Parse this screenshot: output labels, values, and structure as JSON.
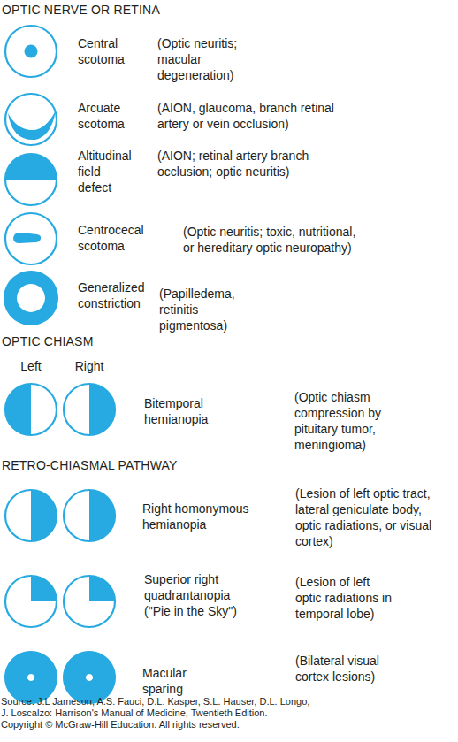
{
  "diagram": {
    "labels": [
      "OPTIC NERVE OR RETINA",
      "Central scotoma",
      "(Optic neuritis; macular degeneration)",
      "Arcuate scotoma",
      "(AION, glaucoma, branch retinal artery or vein occlusion)",
      "Altitudinal field defect",
      "(AION; retinal artery branch occlusion; optic neuritis)",
      "Centrocecal scotoma",
      "(Optic neuritis; toxic, nutritional, or hereditary optic neuropathy)",
      "Generalized constriction",
      "(Papilledema, retinitis pigmentosa)",
      "OPTIC CHIASM",
      "Left",
      "Right",
      "Bitemporal hemianopia",
      "(Optic chiasm compression by pituitary tumor, meningioma)",
      "RETRO-CHIASMAL PATHWAY",
      "Right homonymous hemianopia",
      "(Lesion of left optic tract, lateral geniculate body, optic radiations, or visual cortex)",
      "Superior right quadrantanopia (\"Pie in the Sky\")",
      "(Lesion of left optic radiations in temporal lobe)",
      "Macular sparing",
      "(Bilateral visual cortex lesions)",
      "Source: J.L Jameson, A.S. Fauci, D.L. Kasper, S.L. Hauser, D.L. Longo, J. Loscalzo: Harrison's Manual of Medicine, Twentieth Edition.",
      "Copyright © McGraw-Hill Education. All rights reserved."
    ]
  }
}
